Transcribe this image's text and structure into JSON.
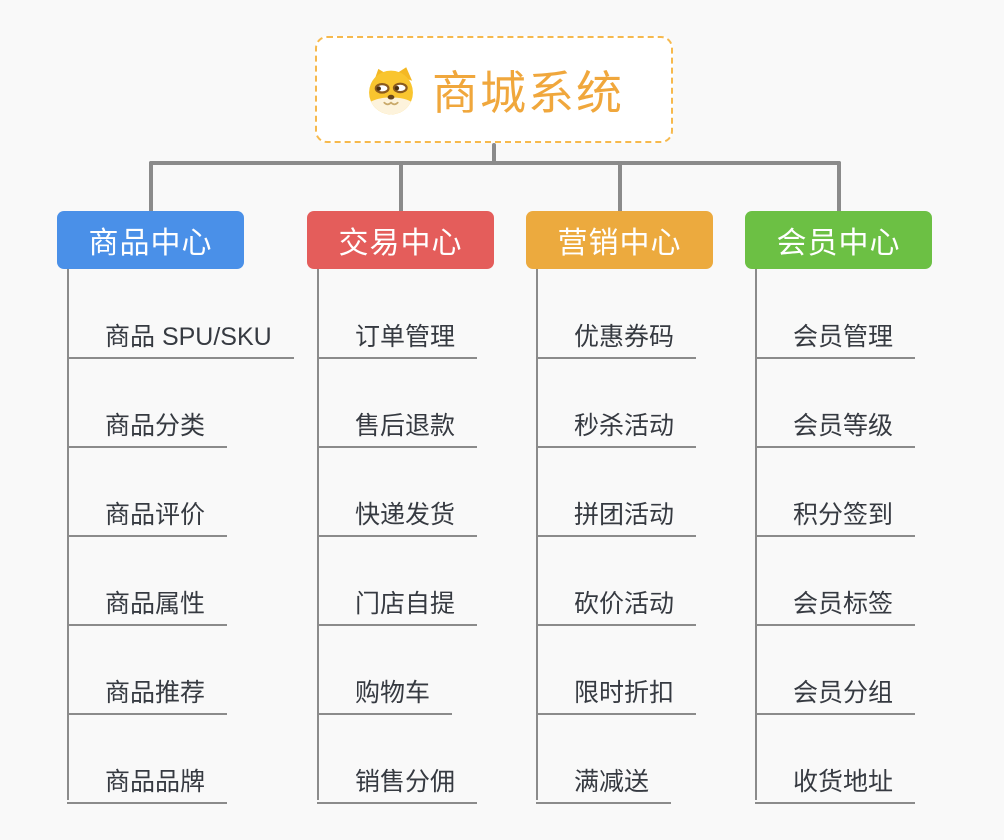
{
  "root": {
    "title": "商城系统",
    "icon": "shiba-dog-icon"
  },
  "branches": [
    {
      "label": "商品中心",
      "color": "#4a90e8",
      "items": [
        "商品 SPU/SKU",
        "商品分类",
        "商品评价",
        "商品属性",
        "商品推荐",
        "商品品牌"
      ]
    },
    {
      "label": "交易中心",
      "color": "#e45d5b",
      "items": [
        "订单管理",
        "售后退款",
        "快递发货",
        "门店自提",
        "购物车",
        "销售分佣"
      ]
    },
    {
      "label": "营销中心",
      "color": "#ecaa3e",
      "items": [
        "优惠券码",
        "秒杀活动",
        "拼团活动",
        "砍价活动",
        "限时折扣",
        "满减送"
      ]
    },
    {
      "label": "会员中心",
      "color": "#6cc044",
      "items": [
        "会员管理",
        "会员等级",
        "积分签到",
        "会员标签",
        "会员分组",
        "收货地址"
      ]
    }
  ],
  "colors": {
    "background": "#f9f9f9",
    "connector": "#8b8b8b",
    "node_fill": "#ffffff",
    "root_border": "#f6b94d",
    "root_text": "#f0a73c",
    "header_text": "#ffffff",
    "item_text": "#363a41"
  }
}
